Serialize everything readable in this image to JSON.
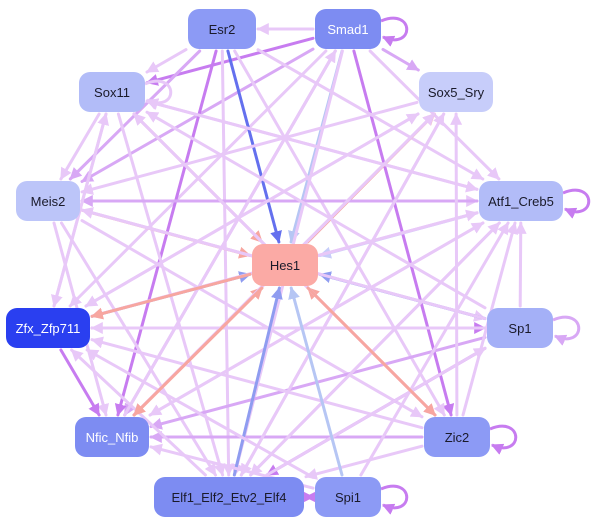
{
  "nodes": [
    {
      "id": "esr2",
      "label": "Esr2",
      "fill": "#8c9af5",
      "text": "#1a1a2a"
    },
    {
      "id": "smad1",
      "label": "Smad1",
      "fill": "#7d8cf2",
      "text": "#ffffff"
    },
    {
      "id": "sox11",
      "label": "Sox11",
      "fill": "#b2bcf8",
      "text": "#1a1a2a"
    },
    {
      "id": "sox5",
      "label": "Sox5_Sry",
      "fill": "#c7cdfa",
      "text": "#1a1a2a"
    },
    {
      "id": "meis2",
      "label": "Meis2",
      "fill": "#bcc5f9",
      "text": "#1a1a2a"
    },
    {
      "id": "atf1",
      "label": "Atf1_Creb5",
      "fill": "#b2bcf8",
      "text": "#1a1a2a"
    },
    {
      "id": "hes1",
      "label": "Hes1",
      "fill": "#fbaaa5",
      "text": "#1a1a2a"
    },
    {
      "id": "zfx",
      "label": "Zfx_Zfp711",
      "fill": "#2a3ff0",
      "text": "#ffffff"
    },
    {
      "id": "sp1",
      "label": "Sp1",
      "fill": "#a4b0f7",
      "text": "#1a1a2a"
    },
    {
      "id": "nfic",
      "label": "Nfic_Nfib",
      "fill": "#7d8cf2",
      "text": "#ffffff"
    },
    {
      "id": "zic2",
      "label": "Zic2",
      "fill": "#8c9af5",
      "text": "#1a1a2a"
    },
    {
      "id": "elf1",
      "label": "Elf1_Elf2_Etv2_Elf4",
      "fill": "#7d8cf2",
      "text": "#1a1a2a"
    },
    {
      "id": "spi1",
      "label": "Spi1",
      "fill": "#8c9af5",
      "text": "#1a1a2a"
    }
  ],
  "edges": [
    {
      "source": "smad1",
      "target": "esr2",
      "color": "#e8c8f8"
    },
    {
      "source": "smad1",
      "target": "sox5",
      "color": "#d8a8f5"
    },
    {
      "source": "smad1",
      "target": "hes1",
      "color": "#b6c6f4"
    },
    {
      "source": "smad1",
      "target": "meis2",
      "color": "#d8a8f5"
    },
    {
      "source": "smad1",
      "target": "sox11",
      "color": "#c77cf0"
    },
    {
      "source": "smad1",
      "target": "zic2",
      "color": "#c77cf0"
    },
    {
      "source": "smad1",
      "target": "nfic",
      "color": "#d8a8f5"
    },
    {
      "source": "smad1",
      "target": "elf1",
      "color": "#e8c8f8"
    },
    {
      "source": "smad1",
      "target": "atf1",
      "color": "#e8c8f8"
    },
    {
      "source": "smad1",
      "target": "zfx",
      "color": "#e8c8f8"
    },
    {
      "source": "esr2",
      "target": "hes1",
      "color": "#6470ee"
    },
    {
      "source": "esr2",
      "target": "meis2",
      "color": "#d8a8f5"
    },
    {
      "source": "esr2",
      "target": "sox11",
      "color": "#e8c8f8"
    },
    {
      "source": "esr2",
      "target": "nfic",
      "color": "#c77cf0"
    },
    {
      "source": "esr2",
      "target": "elf1",
      "color": "#e8c8f8"
    },
    {
      "source": "esr2",
      "target": "zic2",
      "color": "#e8c8f8"
    },
    {
      "source": "esr2",
      "target": "atf1",
      "color": "#e8c8f8"
    },
    {
      "source": "sox11",
      "target": "hes1",
      "color": "#f7a6a0"
    },
    {
      "source": "sox11",
      "target": "meis2",
      "color": "#e8c8f8"
    },
    {
      "source": "sox11",
      "target": "zic2",
      "color": "#e8c8f8"
    },
    {
      "source": "sox11",
      "target": "atf1",
      "color": "#e8c8f8"
    },
    {
      "source": "sox11",
      "target": "elf1",
      "color": "#e8c8f8"
    },
    {
      "source": "sox11",
      "target": "zfx",
      "color": "#e8c8f8"
    },
    {
      "source": "hes1",
      "target": "sox5",
      "color": "#f7a6a0"
    },
    {
      "source": "meis2",
      "target": "hes1",
      "color": "#f7a6a0"
    },
    {
      "source": "meis2",
      "target": "atf1",
      "color": "#e8c8f8"
    },
    {
      "source": "meis2",
      "target": "nfic",
      "color": "#e8c8f8"
    },
    {
      "source": "meis2",
      "target": "elf1",
      "color": "#e8c8f8"
    },
    {
      "source": "meis2",
      "target": "zic2",
      "color": "#e8c8f8"
    },
    {
      "source": "meis2",
      "target": "sp1",
      "color": "#e8c8f8"
    },
    {
      "source": "atf1",
      "target": "hes1",
      "color": "#c7cdfa"
    },
    {
      "source": "atf1",
      "target": "meis2",
      "color": "#d8a8f5"
    },
    {
      "source": "atf1",
      "target": "sox11",
      "color": "#e8c8f8"
    },
    {
      "source": "atf1",
      "target": "elf1",
      "color": "#e8c8f8"
    },
    {
      "source": "atf1",
      "target": "nfic",
      "color": "#e8c8f8"
    },
    {
      "source": "atf1",
      "target": "zfx",
      "color": "#e8c8f8"
    },
    {
      "source": "sox5",
      "target": "nfic",
      "color": "#e8c8f8"
    },
    {
      "source": "sox5",
      "target": "elf1",
      "color": "#e8c8f8"
    },
    {
      "source": "sox5",
      "target": "zfx",
      "color": "#e8c8f8"
    },
    {
      "source": "sox5",
      "target": "meis2",
      "color": "#e8c8f8"
    },
    {
      "source": "zfx",
      "target": "hes1",
      "color": "#8f9cf0"
    },
    {
      "source": "zfx",
      "target": "sox11",
      "color": "#e8c8f8"
    },
    {
      "source": "zfx",
      "target": "nfic",
      "color": "#c77cf0"
    },
    {
      "source": "zfx",
      "target": "sp1",
      "color": "#c77cf0"
    },
    {
      "source": "zfx",
      "target": "atf1",
      "color": "#e8c8f8"
    },
    {
      "source": "zfx",
      "target": "sox5",
      "color": "#e8c8f8"
    },
    {
      "source": "sp1",
      "target": "hes1",
      "color": "#8f9cf0"
    },
    {
      "source": "sp1",
      "target": "elf1",
      "color": "#c77cf0"
    },
    {
      "source": "sp1",
      "target": "nfic",
      "color": "#d8a8f5"
    },
    {
      "source": "sp1",
      "target": "zfx",
      "color": "#e8c8f8"
    },
    {
      "source": "sp1",
      "target": "atf1",
      "color": "#e8c8f8"
    },
    {
      "source": "sp1",
      "target": "meis2",
      "color": "#e8c8f8"
    },
    {
      "source": "sp1",
      "target": "sox11",
      "color": "#e8c8f8"
    },
    {
      "source": "nfic",
      "target": "hes1",
      "color": "#f7a6a0"
    },
    {
      "source": "nfic",
      "target": "atf1",
      "color": "#e8c8f8"
    },
    {
      "source": "nfic",
      "target": "sox5",
      "color": "#e8c8f8"
    },
    {
      "source": "nfic",
      "target": "smad1",
      "color": "#e8c8f8"
    },
    {
      "source": "zic2",
      "target": "hes1",
      "color": "#f7a6a0"
    },
    {
      "source": "zic2",
      "target": "nfic",
      "color": "#d8a8f5"
    },
    {
      "source": "zic2",
      "target": "elf1",
      "color": "#e8c8f8"
    },
    {
      "source": "zic2",
      "target": "atf1",
      "color": "#e8c8f8"
    },
    {
      "source": "zic2",
      "target": "sox11",
      "color": "#e8c8f8"
    },
    {
      "source": "zic2",
      "target": "zfx",
      "color": "#e8c8f8"
    },
    {
      "source": "zic2",
      "target": "sox5",
      "color": "#e8c8f8"
    },
    {
      "source": "elf1",
      "target": "hes1",
      "color": "#8f9cf0"
    },
    {
      "source": "elf1",
      "target": "spi1",
      "color": "#c77cf0"
    },
    {
      "source": "elf1",
      "target": "sox5",
      "color": "#e8c8f8"
    },
    {
      "source": "elf1",
      "target": "atf1",
      "color": "#e8c8f8"
    },
    {
      "source": "elf1",
      "target": "zfx",
      "color": "#e8c8f8"
    },
    {
      "source": "elf1",
      "target": "sp1",
      "color": "#e8c8f8"
    },
    {
      "source": "spi1",
      "target": "hes1",
      "color": "#b6c6f4"
    },
    {
      "source": "spi1",
      "target": "elf1",
      "color": "#c77cf0"
    },
    {
      "source": "spi1",
      "target": "nfic",
      "color": "#e8c8f8"
    },
    {
      "source": "spi1",
      "target": "atf1",
      "color": "#e8c8f8"
    },
    {
      "source": "spi1",
      "target": "zfx",
      "color": "#e8c8f8"
    },
    {
      "source": "hes1",
      "target": "zfx",
      "color": "#f7a6a0"
    },
    {
      "source": "hes1",
      "target": "zic2",
      "color": "#f7a6a0"
    },
    {
      "source": "hes1",
      "target": "nfic",
      "color": "#f7a6a0"
    }
  ],
  "self_loops": [
    {
      "node": "smad1",
      "color": "#c77cf0"
    },
    {
      "node": "atf1",
      "color": "#c77cf0"
    },
    {
      "node": "sp1",
      "color": "#d8a8f5"
    },
    {
      "node": "zic2",
      "color": "#c77cf0"
    },
    {
      "node": "spi1",
      "color": "#c77cf0"
    },
    {
      "node": "sox11",
      "color": "#e8c8f8"
    }
  ]
}
